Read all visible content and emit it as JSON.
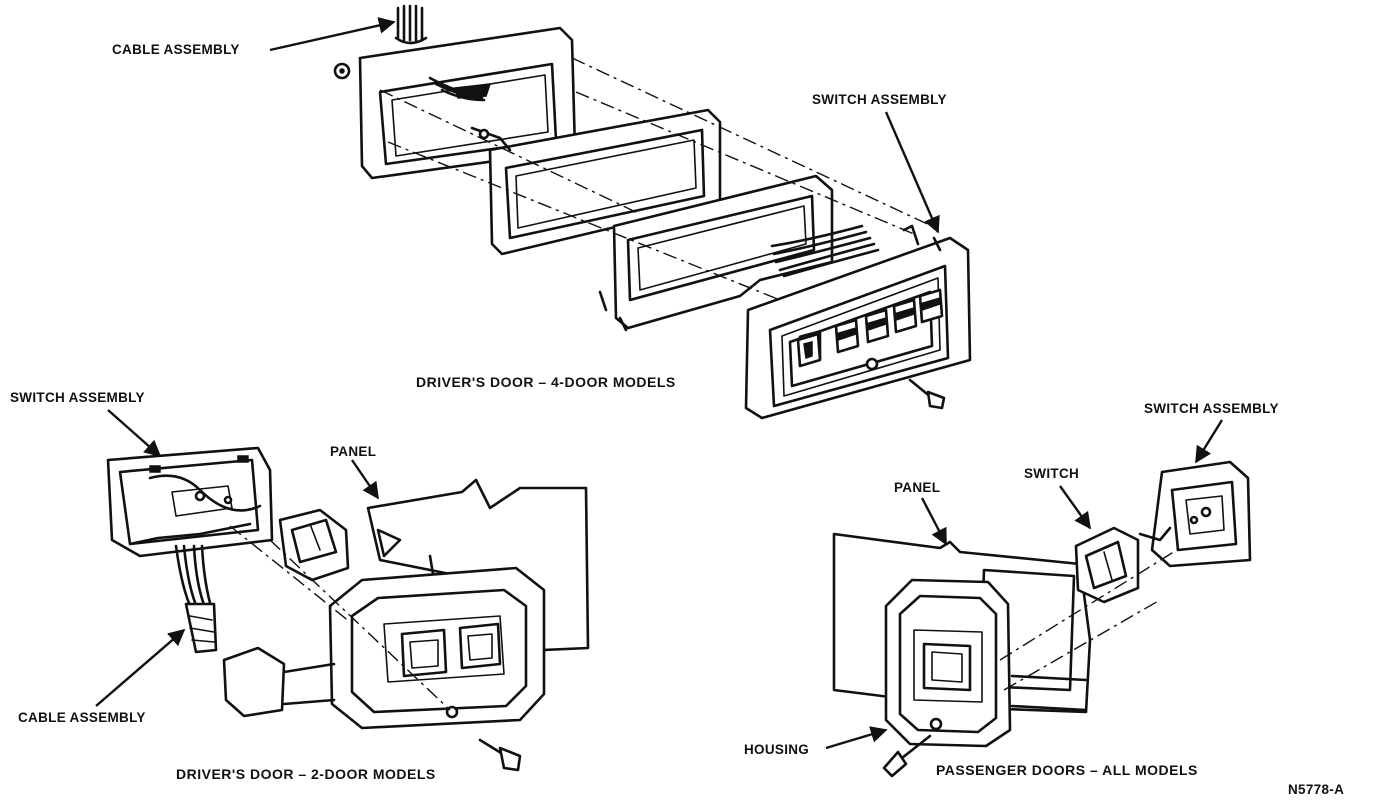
{
  "labels": {
    "top_cable_assembly": "CABLE ASSEMBLY",
    "top_switch_assembly": "SWITCH ASSEMBLY",
    "caption_4door": "DRIVER'S DOOR – 4-DOOR MODELS",
    "left_switch_assembly": "SWITCH ASSEMBLY",
    "left_panel": "PANEL",
    "left_cable_assembly": "CABLE ASSEMBLY",
    "caption_2door": "DRIVER'S DOOR – 2-DOOR MODELS",
    "right_switch_assembly": "SWITCH ASSEMBLY",
    "right_switch": "SWITCH",
    "right_panel": "PANEL",
    "right_housing": "HOUSING",
    "caption_passenger": "PASSENGER DOORS – ALL MODELS",
    "figure_code": "N5778-A"
  }
}
